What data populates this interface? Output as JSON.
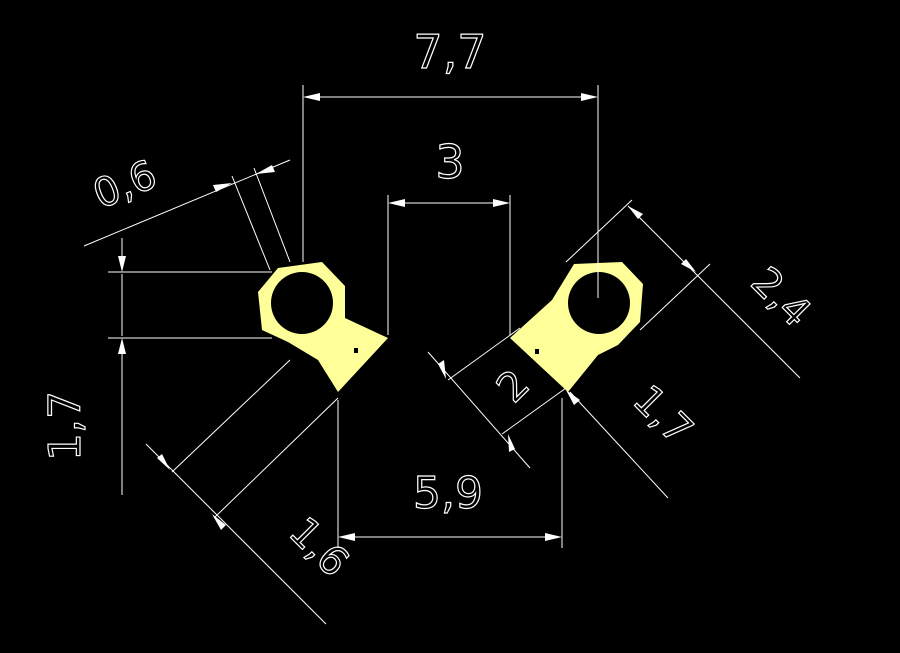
{
  "colors": {
    "background": "#000000",
    "dimension": "#ffffff",
    "pad": "#ffff99"
  },
  "dimensions": {
    "overall_width": "7,7",
    "inner_gap": "3",
    "pad_width_left": "0,6",
    "lead_height": "1,7",
    "lead_width_left": "1,6",
    "lead_spacing": "5,9",
    "pad_offset": "2",
    "pad_diagonal": "2,4",
    "lead_width_right": "1,7"
  }
}
